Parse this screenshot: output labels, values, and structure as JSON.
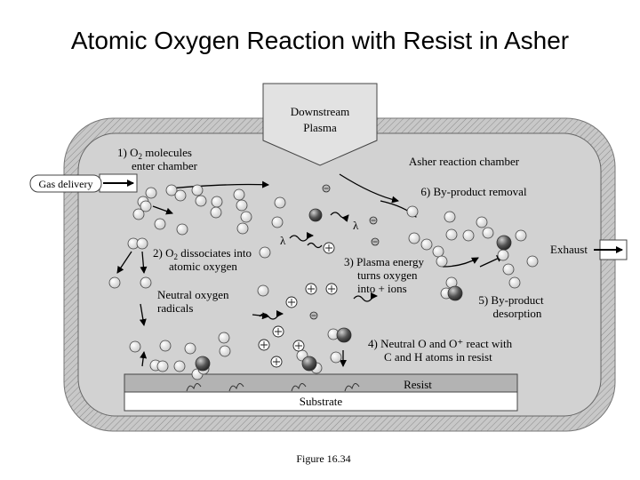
{
  "title": "Atomic Oxygen Reaction with Resist in Asher",
  "labels": {
    "downstream_line1": "Downstream",
    "downstream_line2": "Plasma",
    "step1_line1": "1)  O",
    "step1_sub": "2",
    "step1_line1_rest": " molecules",
    "step1_line2": "enter chamber",
    "gas_delivery": "Gas delivery",
    "asher_chamber": "Asher reaction chamber",
    "step6": "6) By-product removal",
    "step2_line1": "2)  O",
    "step2_sub": "2",
    "step2_line1_rest": " dissociates into",
    "step2_line2": "atomic oxygen",
    "neutral_line1": "Neutral oxygen",
    "neutral_line2": "radicals",
    "step3_line1": "3)  Plasma energy",
    "step3_line2": "turns oxygen",
    "step3_line3": "into + ions",
    "step5_line1": "5) By-product",
    "step5_line2": "desorption",
    "exhaust": "Exhaust",
    "step4_line1": "4)  Neutral O and O⁺ react with",
    "step4_line2": "C and H atoms in resist",
    "resist": "Resist",
    "substrate": "Substrate",
    "lambda": "λ",
    "figure": "Figure 16.34"
  },
  "colors": {
    "chamber_outer": "#bdbdbd",
    "chamber_inner": "#d4d4d4",
    "resist": "#b0b0b0",
    "substrate": "#ffffff",
    "plasma_inlet": "#e4e4e4",
    "molecule_white": "#f2f2f2",
    "molecule_dark": "#555555"
  }
}
